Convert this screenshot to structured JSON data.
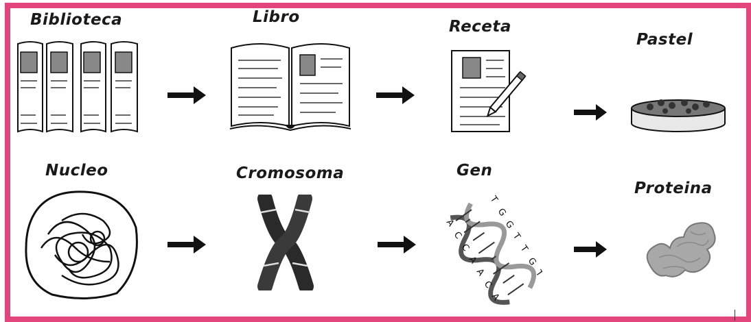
{
  "colors": {
    "frame": "#e2457d",
    "ink": "#111111"
  },
  "row1": {
    "items": [
      {
        "label": "Biblioteca",
        "icon": "bookshelf-icon"
      },
      {
        "label": "Libro",
        "icon": "open-book-icon"
      },
      {
        "label": "Receta",
        "icon": "recipe-paper-icon"
      },
      {
        "label": "Pastel",
        "icon": "cake-icon"
      }
    ]
  },
  "row2": {
    "items": [
      {
        "label": "Nucleo",
        "icon": "nucleus-icon"
      },
      {
        "label": "Cromosoma",
        "icon": "chromosome-icon"
      },
      {
        "label": "Gen",
        "icon": "dna-helix-icon"
      },
      {
        "label": "Proteina",
        "icon": "protein-icon"
      }
    ]
  },
  "dna": {
    "left_strand": "ACCAACA",
    "right_strand": "TGGTTGT"
  }
}
